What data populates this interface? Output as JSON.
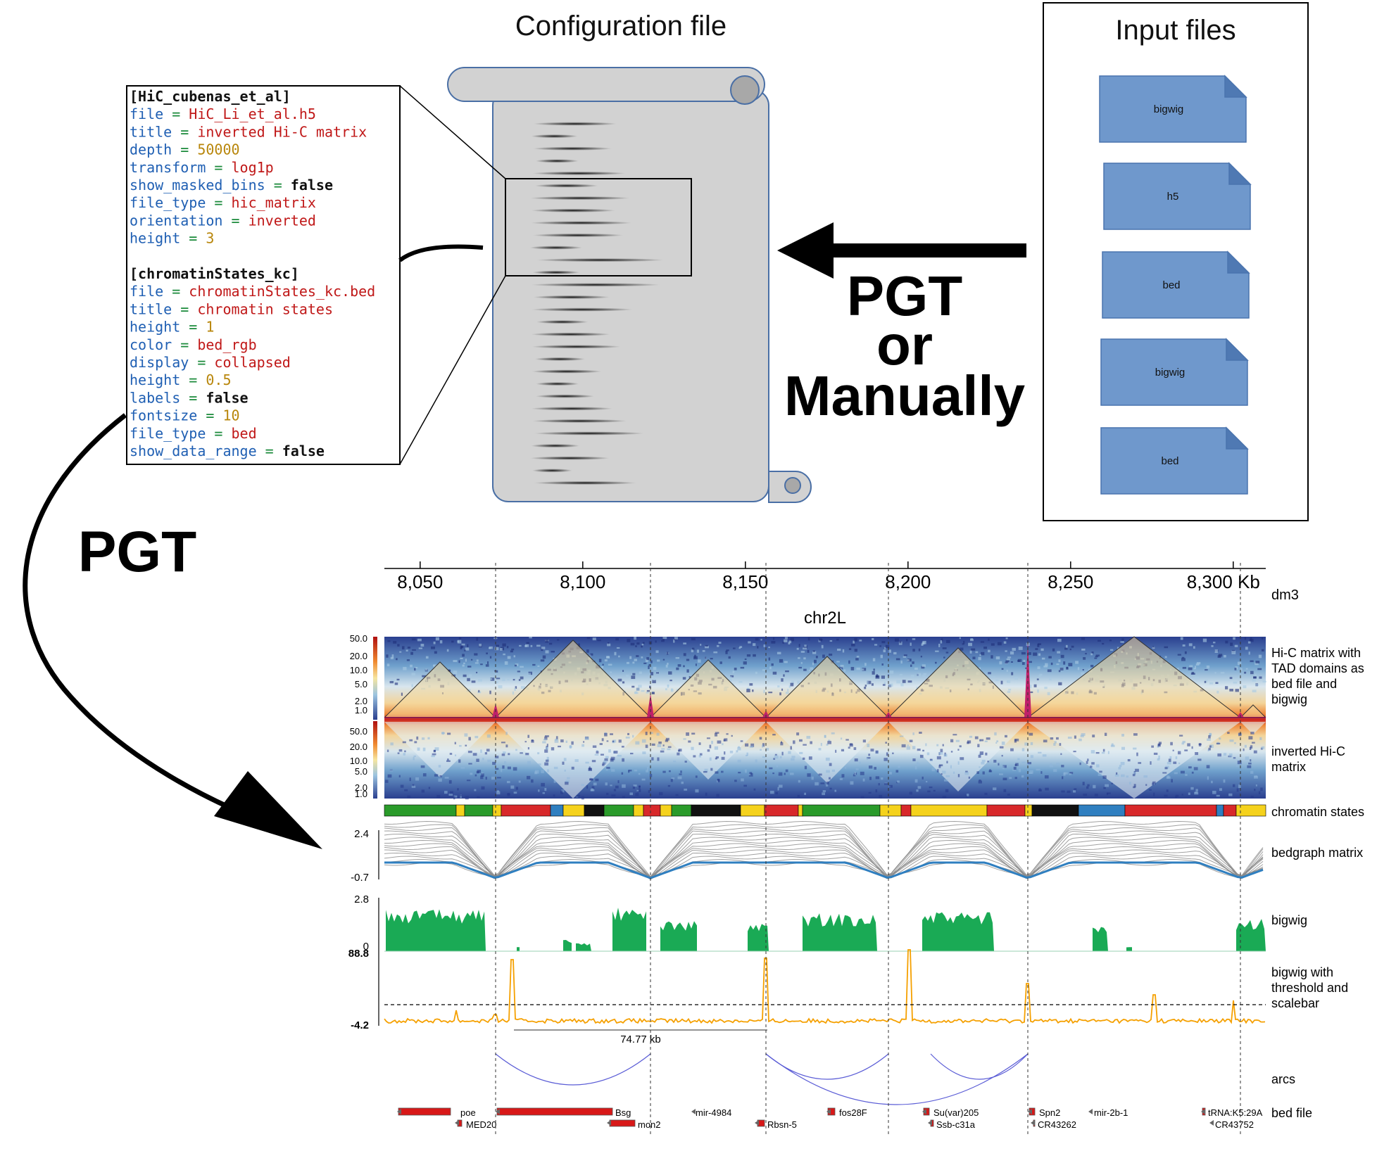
{
  "config_section": {
    "title": "Configuration file",
    "blocks": [
      {
        "header": "[HiC_cubenas_et_al]",
        "lines": [
          {
            "key": "file",
            "value": "HiC_Li_et_al.h5",
            "kind": "str"
          },
          {
            "key": "title",
            "value": "inverted Hi-C matrix",
            "kind": "str"
          },
          {
            "key": "depth",
            "value": "50000",
            "kind": "num"
          },
          {
            "key": "transform",
            "value": "log1p",
            "kind": "str"
          },
          {
            "key": "show_masked_bins",
            "value": "false",
            "kind": "bool"
          },
          {
            "key": "file_type",
            "value": "hic_matrix",
            "kind": "str"
          },
          {
            "key": "orientation",
            "value": "inverted",
            "kind": "str"
          },
          {
            "key": "height",
            "value": "3",
            "kind": "num"
          }
        ]
      },
      {
        "header": "[chromatinStates_kc]",
        "lines": [
          {
            "key": "file",
            "value": "chromatinStates_kc.bed",
            "kind": "str"
          },
          {
            "key": "title",
            "value": "chromatin states",
            "kind": "str"
          },
          {
            "key": "height",
            "value": "1",
            "kind": "num"
          },
          {
            "key": "color",
            "value": "bed_rgb",
            "kind": "str"
          },
          {
            "key": "display",
            "value": "collapsed",
            "kind": "str"
          },
          {
            "key": "height",
            "value": "0.5",
            "kind": "num"
          },
          {
            "key": "labels",
            "value": "false",
            "kind": "bool"
          },
          {
            "key": "fontsize",
            "value": "10",
            "kind": "num"
          },
          {
            "key": "file_type",
            "value": "bed",
            "kind": "str"
          },
          {
            "key": "show_data_range",
            "value": "false",
            "kind": "bool"
          }
        ]
      }
    ]
  },
  "input_files": {
    "title": "Input files",
    "files": [
      "bigwig",
      "h5",
      "bed",
      "bigwig",
      "bed"
    ]
  },
  "arrows": {
    "manual_label": [
      "PGT",
      "or",
      "Manually"
    ],
    "pgt_label": "PGT"
  },
  "plot": {
    "x_ticks": [
      "8,050",
      "8,100",
      "8,150",
      "8,200",
      "8,250",
      "8,300 Kb"
    ],
    "genome": "dm3",
    "chrom": "chr2L",
    "hic_scale": [
      "50.0",
      "20.0",
      "10.0",
      "5.0",
      "2.0",
      "1.0"
    ],
    "inv_scale": [
      "50.0",
      "20.0",
      "10.0",
      "5.0",
      "2.0",
      "1.0"
    ],
    "bedgraph_range": [
      "2.4",
      "-0.7"
    ],
    "bigwig_range": [
      "2.8",
      "0"
    ],
    "threshold_range": [
      "88.8",
      "-4.2"
    ],
    "scalebar_label": "74.77 kb",
    "track_labels": {
      "hic": [
        "Hi-C matrix with",
        "TAD domains as",
        "bed file and",
        "bigwig"
      ],
      "inverted": [
        "inverted Hi-C",
        "matrix"
      ],
      "chromatin": "chromatin states",
      "bedgraph": "bedgraph matrix",
      "bigwig": "bigwig",
      "threshold": [
        "bigwig with",
        "threshold and",
        "scalebar"
      ],
      "arcs": "arcs",
      "bed": "bed file"
    },
    "genes_row1": [
      "poe",
      "Bsg",
      "mir-4984",
      "fos28F",
      "Su(var)205",
      "Spn2",
      "mir-2b-1",
      "tRNA:K5:29A"
    ],
    "genes_row2": [
      "MED20",
      "mon2",
      "Rbsn-5",
      "Ssb-c31a",
      "CR43262",
      "CR43752"
    ],
    "colors": {
      "config_key": "#1f5fb3",
      "config_str": "#c01818",
      "config_num": "#b8860b",
      "file_icon": "#6f98cc",
      "bigwig_fill": "#1aaa55",
      "threshold_line": "#f5a000",
      "arc": "#5a5cd6",
      "bedgraph_mean": "#2f7fc0"
    }
  }
}
